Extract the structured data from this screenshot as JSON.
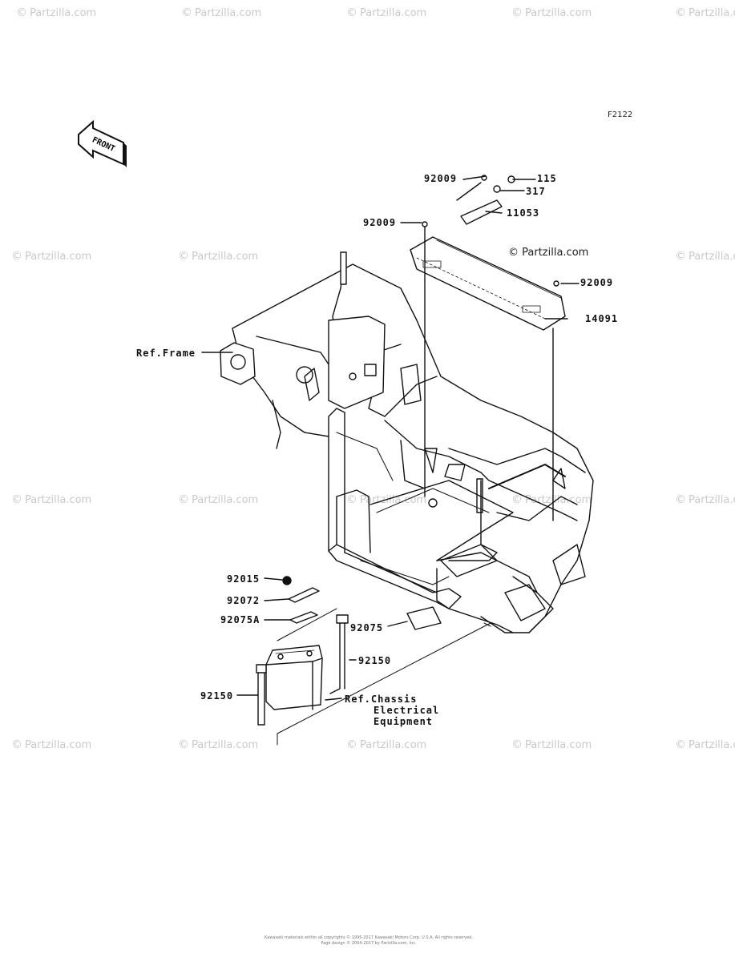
{
  "figure_code": "F2122",
  "front_badge": "FRONT",
  "watermark": "Partzilla.com",
  "brand_mark": "Partzilla.com",
  "part_labels": [
    "92009",
    "115",
    "317",
    "11053",
    "92009",
    "92009",
    "14091",
    "92015",
    "92072",
    "92075A",
    "92075",
    "92150",
    "92150"
  ],
  "ref_labels": {
    "frame": "Ref.Frame",
    "chassis_line1": "Ref.Chassis",
    "chassis_line2": "Electrical",
    "chassis_line3": "Equipment"
  },
  "copyright_line1": "Kawasaki materials within all copyrights © 1995-2017 Kawasaki Motors Corp. U.S.A. All rights reserved.",
  "copyright_line2": "Page design © 2004-2017 by Partzilla.com, Inc."
}
